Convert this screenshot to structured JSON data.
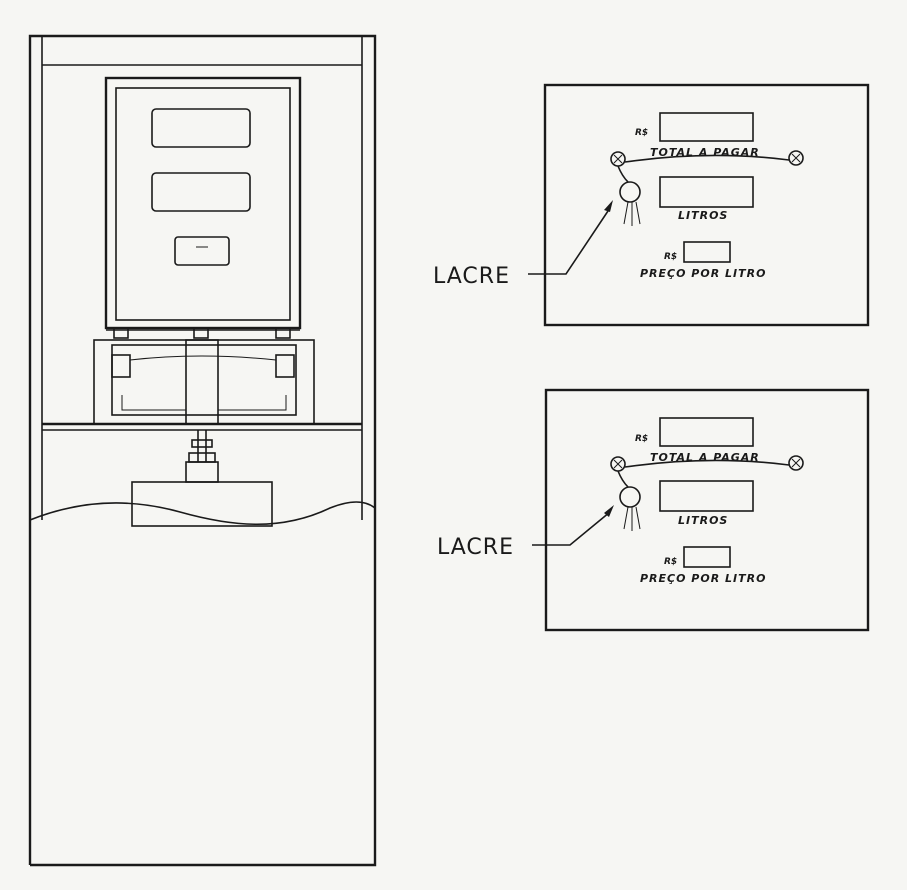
{
  "callout_label": "LACRE",
  "display_panels": [
    {
      "currency_total": "R$",
      "total_label": "TOTAL A PAGAR",
      "liters_label": "LITROS",
      "currency_price": "R$",
      "price_label": "PREÇO POR LITRO"
    },
    {
      "currency_total": "R$",
      "total_label": "TOTAL A PAGAR",
      "liters_label": "LITROS",
      "currency_price": "R$",
      "price_label": "PREÇO POR LITRO"
    }
  ]
}
